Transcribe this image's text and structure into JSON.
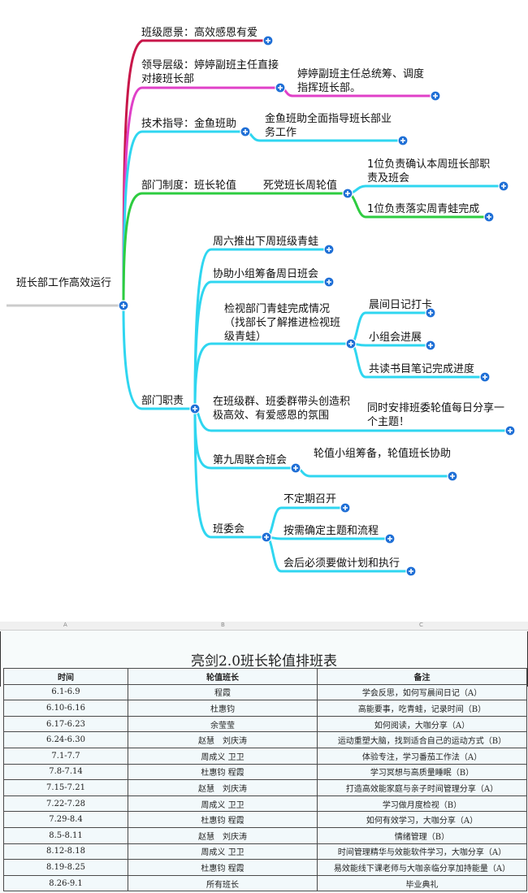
{
  "mindmap": {
    "root": "班长部工作高效运行",
    "n_vision": "班级愿景：高效感恩有爱",
    "n_leader": "领导层级：婷婷副班主任直接对接班长部",
    "n_leader_child": "婷婷副班主任总统筹、调度指挥班长部。",
    "n_tech": "技术指导：金鱼班助",
    "n_tech_child": "金鱼班助全面指导班长部业务工作",
    "n_system": "部门制度：班长轮值",
    "n_system_child": "死党班长周轮值",
    "n_system_c1": "1位负责确认本周班长部职责及班会",
    "n_system_c2": "1位负责落实周青蛙完成",
    "n_duty": "部门职责",
    "d1": "周六推出下周班级青蛙",
    "d2": "协助小组筹备周日班会",
    "d3": "检视部门青蛙完成情况（找部长了解推进检视班级青蛙）",
    "d3_c1": "晨间日记打卡",
    "d3_c2": "小组会进展",
    "d3_c3": "共读书目笔记完成进度",
    "d4": "在班级群、班委群带头创造积极高效、有爱感恩的氛围",
    "d4_c1": "同时安排班委轮值每日分享一个主题！",
    "d5": "第九周联合班会",
    "d5_c1": "轮值小组筹备，轮值班长协助",
    "d6": "班委会",
    "d6_c1": "不定期召开",
    "d6_c2": "按需确定主题和流程",
    "d6_c3": "会后必须要做计划和执行",
    "colors": {
      "crimson": "#c8174a",
      "magenta": "#e040c8",
      "cyan": "#2fd6f0",
      "green": "#2ecc40",
      "bullet": "#1f6fd6"
    }
  },
  "sheet": {
    "col_a": "A",
    "col_b": "B",
    "col_c": "C",
    "title": "亮剑2.0班长轮值排班表",
    "headers": [
      "时间",
      "轮值班长",
      "备注"
    ],
    "rows": [
      [
        "6.1-6.9",
        "程霞",
        "学会反思，如何写晨间日记（A）"
      ],
      [
        "6.10-6.16",
        "杜惠钧",
        "高能要事，吃青蛙，记录时间（B）"
      ],
      [
        "6.17-6.23",
        "余莹莹",
        "如何阅读，大咖分享（A）"
      ],
      [
        "6.24-6.30",
        "赵慧　刘庆涛",
        "运动重塑大脑，找到适合自己的运动方式（B）"
      ],
      [
        "7.1-7.7",
        "周成义 卫卫",
        "体验专注，学习番茄工作法（A）"
      ],
      [
        "7.8-7.14",
        "杜惠钧 程霞",
        "学习冥想与高质量睡眠（B）"
      ],
      [
        "7.15-7.21",
        "赵慧　刘庆涛",
        "打造高效能家庭与亲子时间管理分享（A）"
      ],
      [
        "7.22-7.28",
        "周成义 卫卫",
        "学习做月度检视（B）"
      ],
      [
        "7.29-8.4",
        "杜惠钧 程霞",
        "如何有效学习，大咖分享（A）"
      ],
      [
        "8.5-8.11",
        "赵慧　刘庆涛",
        "情绪管理（B）"
      ],
      [
        "8.12-8.18",
        "周成义 卫卫",
        "时间管理精华与效能软件学习，大咖分享（A）"
      ],
      [
        "8.19-8.25",
        "杜惠钧 程霞",
        "易效能线下课老师与大咖亲临分享加持能量（A）"
      ],
      [
        "8.26-9.1",
        "所有班长",
        "毕业典礼"
      ]
    ]
  }
}
